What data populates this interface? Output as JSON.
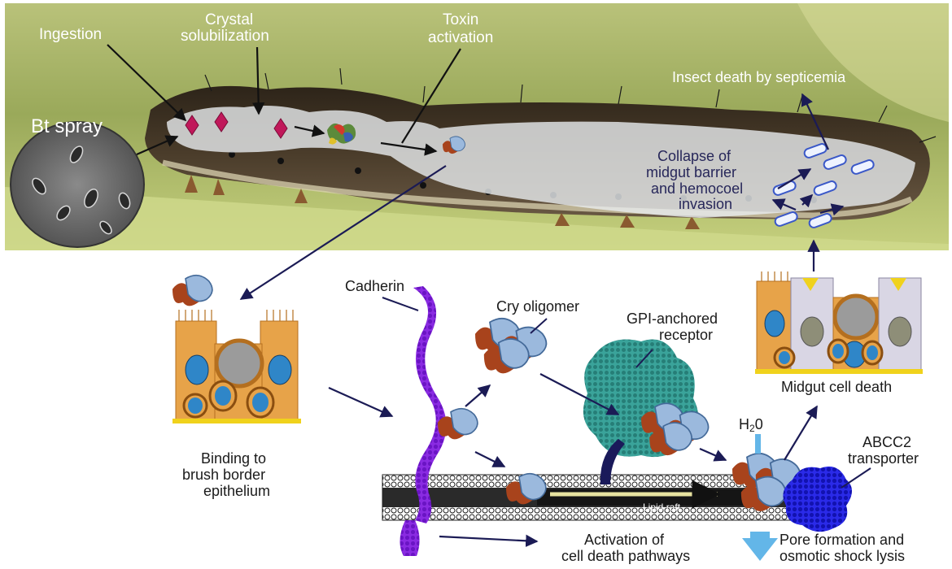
{
  "labels": {
    "ingestion": "Ingestion",
    "crystal_1": "Crystal",
    "crystal_2": "solubilization",
    "toxin_1": "Toxin",
    "toxin_2": "activation",
    "bt_spray": "Bt spray",
    "insect_death": "Insect death by septicemia",
    "collapse_1": "Collapse of",
    "collapse_2": "midgut barrier",
    "collapse_3": "and hemocoel",
    "collapse_4": "invasion",
    "cadherin": "Cadherin",
    "cry_oligomer": "Cry oligomer",
    "gpi_1": "GPI-anchored",
    "gpi_2": "receptor",
    "midgut_death": "Midgut cell death",
    "binding_1": "Binding to",
    "binding_2": "brush border",
    "binding_3": "epithelium",
    "h2o_main": "H",
    "h2o_sub": "2",
    "h2o_end": "0",
    "abcc2_1": "ABCC2",
    "abcc2_2": "transporter",
    "lipid_raft": "Lipid raft",
    "activation_1": "Activation of",
    "activation_2": "cell death pathways",
    "pore_1": "Pore formation and",
    "pore_2": "osmotic shock lysis"
  },
  "colors": {
    "cadherin": "#7a22d6",
    "toxin_brown": "#a8431c",
    "toxin_blue": "#7fa6cf",
    "gpi": "#2f8f86",
    "abcc2": "#1b1bd8",
    "arrow": "#1b1b55",
    "water_arrow": "#63b6e8",
    "crystal": "#c0185a",
    "cell_orange": "#e7a349",
    "nucleus": "#2f86c8"
  }
}
